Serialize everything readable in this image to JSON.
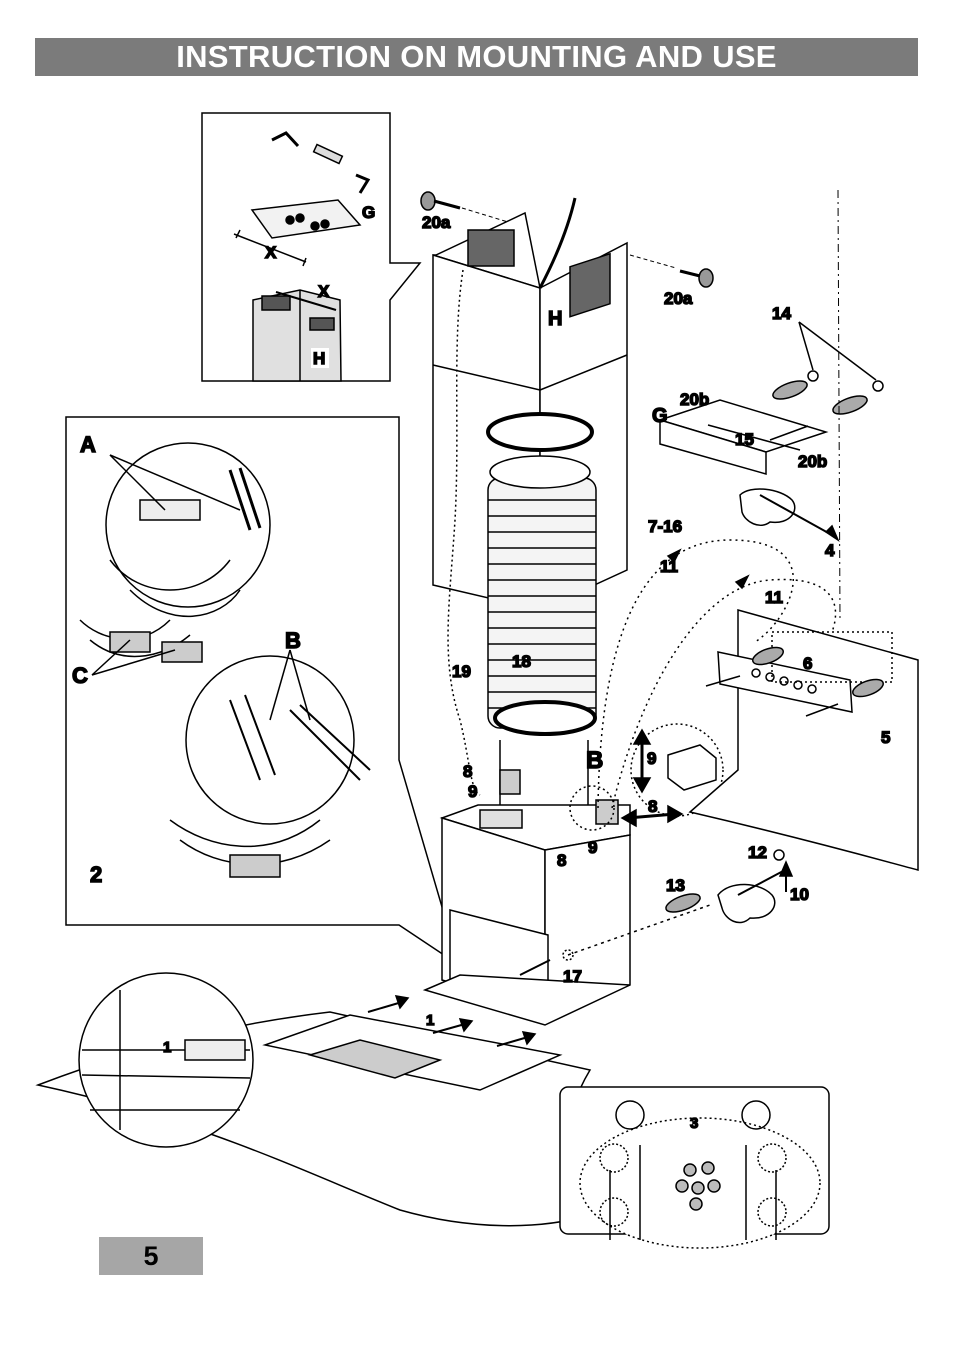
{
  "header": {
    "title": "INSTRUCTION ON MOUNTING AND USE"
  },
  "page_number": "5",
  "labels": {
    "G": "G",
    "X": "X",
    "H": "H",
    "A": "A",
    "B": "B",
    "C": "C",
    "two": "2",
    "one": "1",
    "three": "3",
    "n4": "4",
    "n5": "5",
    "n6": "6",
    "n7_16": "7-16",
    "n8": "8",
    "n9": "9",
    "n10": "10",
    "n11": "11",
    "n12": "12",
    "n13": "13",
    "n14": "14",
    "n15": "15",
    "n17": "17",
    "n18": "18",
    "n19": "19",
    "n20a": "20a",
    "n20b": "20b"
  }
}
